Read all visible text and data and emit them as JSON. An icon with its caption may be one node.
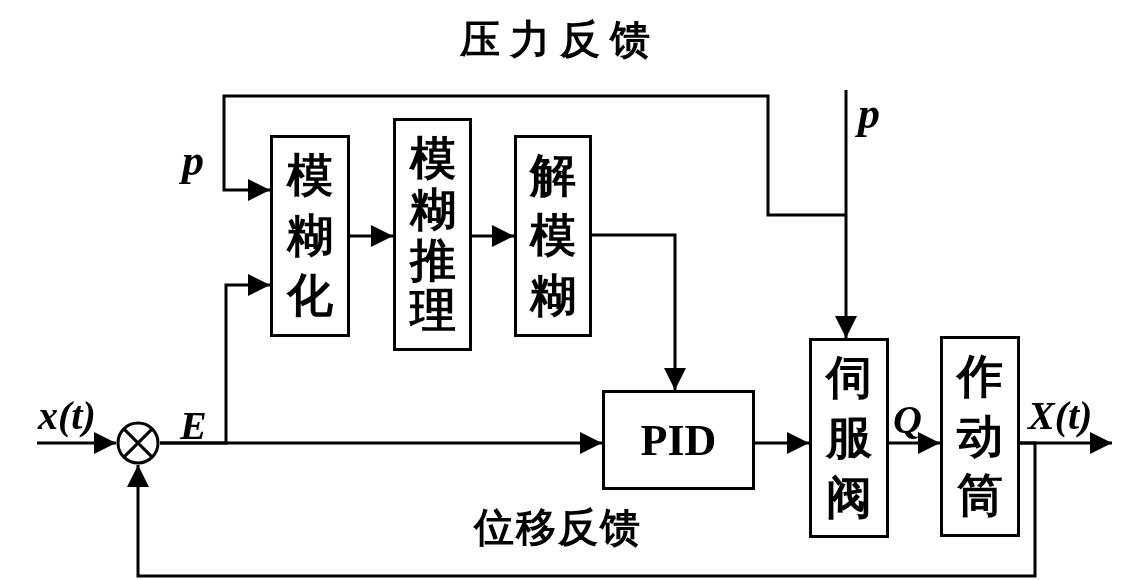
{
  "diagram": {
    "nodes": [
      {
        "text": [
          "模糊化"
        ]
      },
      {
        "text": [
          "模糊推理"
        ]
      },
      {
        "text": [
          "解模糊"
        ]
      },
      {
        "text": [],
        "shape": "circle"
      },
      {
        "text": [
          "PID"
        ]
      },
      {
        "text": [
          "伺服阀"
        ]
      },
      {
        "text": [
          "作动筒"
        ]
      }
    ],
    "edges": [
      {
        "from": null,
        "to": 3,
        "arrow": "to",
        "label": "x(t)"
      },
      {
        "from": 3,
        "to": 4,
        "arrow": "to",
        "label": "E"
      },
      {
        "from": 3,
        "to": 0,
        "arrow": "to"
      },
      {
        "from": 0,
        "to": 1,
        "arrow": "to"
      },
      {
        "from": 1,
        "to": 2,
        "arrow": "to"
      },
      {
        "from": 2,
        "to": 4,
        "arrow": "to"
      },
      {
        "from": 4,
        "to": 5,
        "arrow": "to"
      },
      {
        "from": 5,
        "to": 6,
        "arrow": "to",
        "label": "Q"
      },
      {
        "from": 6,
        "to": null,
        "arrow": "to",
        "label": "X(t)"
      },
      {
        "from": 6,
        "to": 3,
        "arrow": "to",
        "label": "位移反馈"
      },
      {
        "from": null,
        "to": 5,
        "arrow": "to",
        "label": "p"
      },
      {
        "from": null,
        "to": 0,
        "arrow": "to",
        "label": "p"
      }
    ],
    "labels": [
      "压力反馈"
    ]
  }
}
